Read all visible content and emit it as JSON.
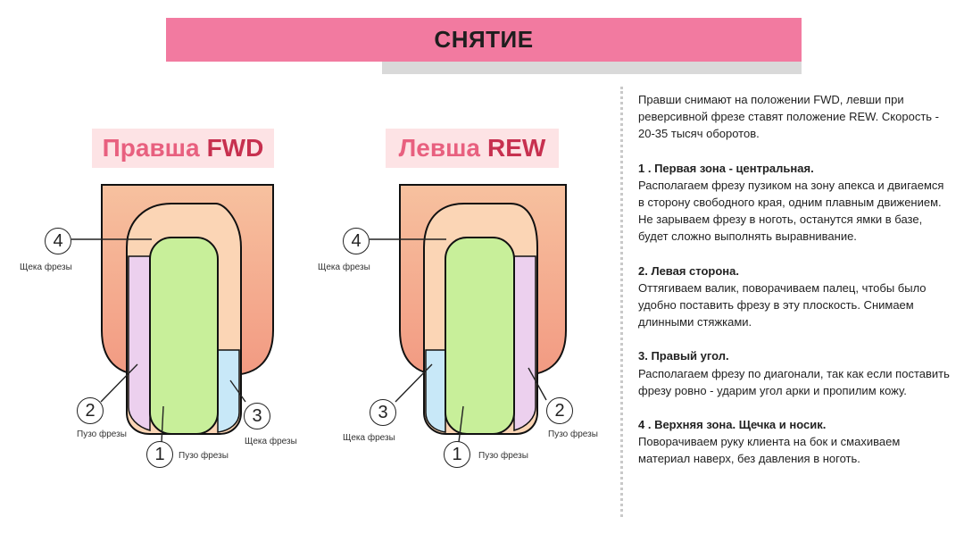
{
  "title": "СНЯТИЕ",
  "left": {
    "label_main": "Правша",
    "label_mode": "FWD",
    "cheek_label": "Щека фрезы",
    "belly_label_2": "Пузо фрезы",
    "belly_label_1": "Пузо фрезы",
    "cheek_label_3": "Щека фрезы"
  },
  "right": {
    "label_main": "Левша",
    "label_mode": "REW",
    "cheek_label": "Щека фрезы",
    "cheek_label_3": "Щека фрезы",
    "belly_label_2": "Пузо фрезы",
    "belly_label_1": "Пузо фрезы"
  },
  "numbers": {
    "n1": "1",
    "n2": "2",
    "n3": "3",
    "n4": "4"
  },
  "text": {
    "intro": "Правши снимают на положении FWD, левши при реверсивной фрезе ставят положение REW. Скорость - 20-35 тысяч оборотов.",
    "s1_title": "1 . Первая зона - центральная.",
    "s1_body": "Располагаем фрезу пузиком на зону апекса и двигаемся в сторону свободного края, одним плавным движением. Не зарываем фрезу в ноготь, останутся ямки в базе, будет сложно выполнять выравнивание.",
    "s2_title": "2. Левая сторона.",
    "s2_body": "Оттягиваем валик, поворачиваем палец, чтобы было удобно поставить фрезу в эту плоскость. Снимаем длинными стяжками.",
    "s3_title": "3. Правый угол.",
    "s3_body": "Располагаем фрезу по диагонали, так как если поставить фрезу ровно - ударим угол арки и пропилим кожу.",
    "s4_title": "4 . Верхняя зона. Щечка и носик.",
    "s4_body": "Поворачиваем руку клиента на бок и смахиваем материал наверх, без давления в ноготь."
  },
  "colors": {
    "title_bg": "#f27aa0",
    "finger_top": "#f7c19f",
    "finger_bottom": "#f29a82",
    "nail_outer": "#fbd5b5",
    "zone_center": "#c8ef9a",
    "zone_side": "#ecd0ee",
    "zone_corner": "#c8e8f8"
  }
}
